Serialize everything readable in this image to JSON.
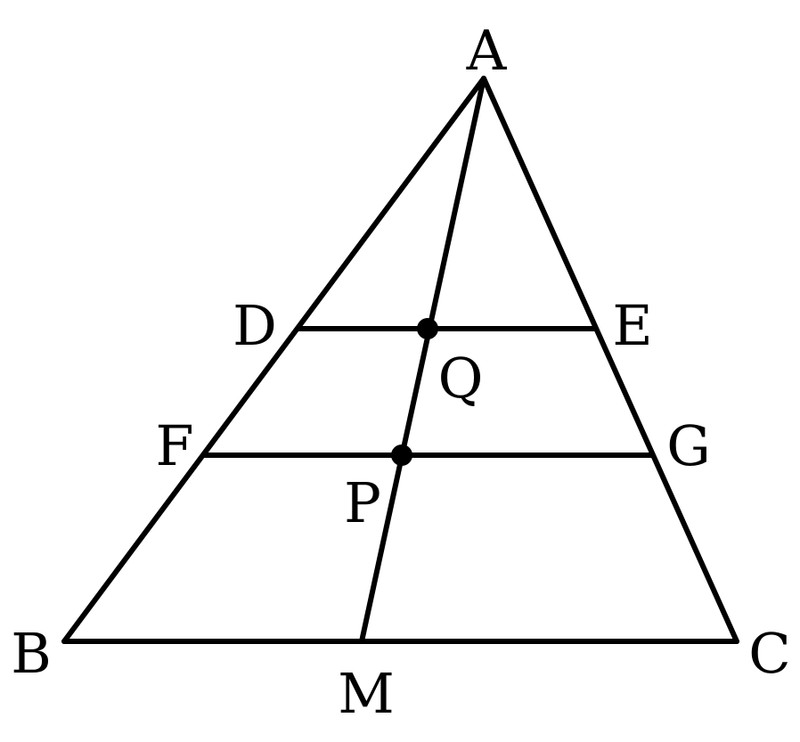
{
  "figure": {
    "stroke_color": "#000000",
    "background_color": "#ffffff",
    "labels": {
      "A": "A",
      "B": "B",
      "C": "C",
      "D": "D",
      "E": "E",
      "F": "F",
      "G": "G",
      "M": "M",
      "P": "P",
      "Q": "Q"
    },
    "segments": [
      {
        "name": "side-ab",
        "from": "A",
        "to": "B"
      },
      {
        "name": "side-ac",
        "from": "A",
        "to": "C"
      },
      {
        "name": "side-bc",
        "from": "B",
        "to": "C"
      },
      {
        "name": "segment-de",
        "from": "D",
        "to": "E"
      },
      {
        "name": "segment-fg",
        "from": "F",
        "to": "G"
      },
      {
        "name": "segment-am",
        "from": "A",
        "to": "M"
      }
    ],
    "marked_points": [
      "Q",
      "P"
    ]
  }
}
